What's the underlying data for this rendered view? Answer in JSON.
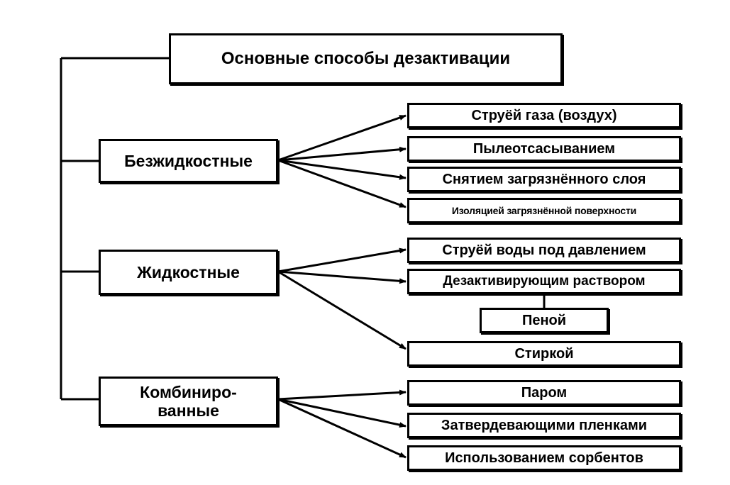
{
  "title": "Основные способы дезактивации",
  "categories": [
    {
      "label": "Безжидкостные",
      "methods": [
        "Струёй газа (воздух)",
        "Пылеотсасыванием",
        "Снятием загрязнённого слоя",
        "Изоляцией загрязнённой поверхности"
      ]
    },
    {
      "label": "Жидкостные",
      "methods": [
        "Струёй воды под давлением",
        "Дезактивирующим раствором",
        "Стиркой"
      ],
      "sub_method": "Пеной"
    },
    {
      "label_line1": "Комбиниро-",
      "label_line2": "ванные",
      "methods": [
        "Паром",
        "Затвердевающими пленками",
        "Использованием сорбентов"
      ]
    }
  ]
}
